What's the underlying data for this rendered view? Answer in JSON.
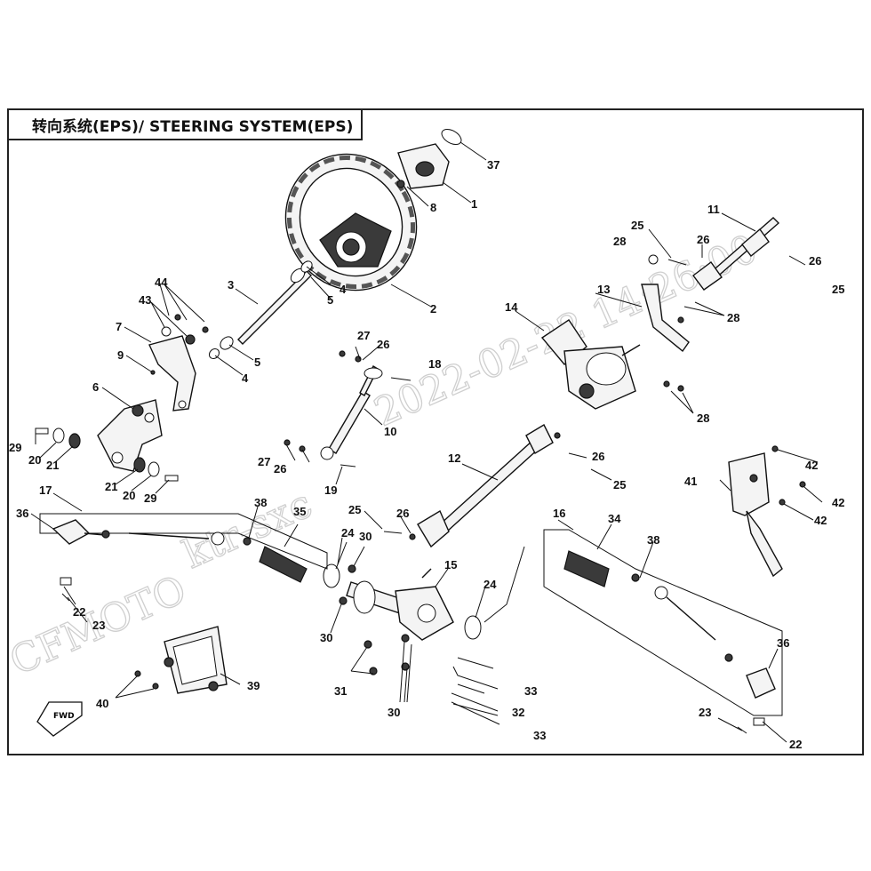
{
  "title": "转向系统(EPS)/ STEERING SYSTEM(EPS)",
  "watermarks": {
    "date": "2022-02-22 14:26:00",
    "brand": "CFMOTO",
    "code": "ktr-sxc"
  },
  "direction_marker": "FWD",
  "callouts": [
    "1",
    "2",
    "3",
    "4",
    "5",
    "6",
    "7",
    "8",
    "9",
    "10",
    "11",
    "12",
    "13",
    "14",
    "15",
    "16",
    "17",
    "18",
    "19",
    "20",
    "21",
    "22",
    "23",
    "24",
    "25",
    "26",
    "27",
    "28",
    "29",
    "30",
    "31",
    "32",
    "33",
    "34",
    "35",
    "36",
    "37",
    "38",
    "39",
    "40",
    "41",
    "42",
    "43",
    "44"
  ]
}
